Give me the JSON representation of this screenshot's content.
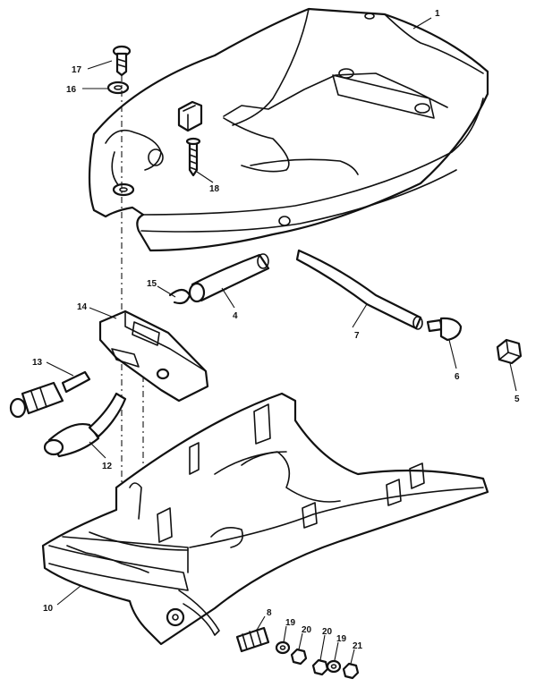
{
  "callouts": {
    "c1": "1",
    "c4": "4",
    "c5": "5",
    "c6": "6",
    "c7": "7",
    "c8": "8",
    "c10": "10",
    "c12": "12",
    "c13": "13",
    "c14": "14",
    "c15": "15",
    "c16": "16",
    "c17": "17",
    "c18": "18",
    "c19a": "19",
    "c19b": "19",
    "c20a": "20",
    "c20b": "20",
    "c21": "21"
  },
  "colors": {
    "ink": "#111111",
    "paper": "#ffffff"
  }
}
